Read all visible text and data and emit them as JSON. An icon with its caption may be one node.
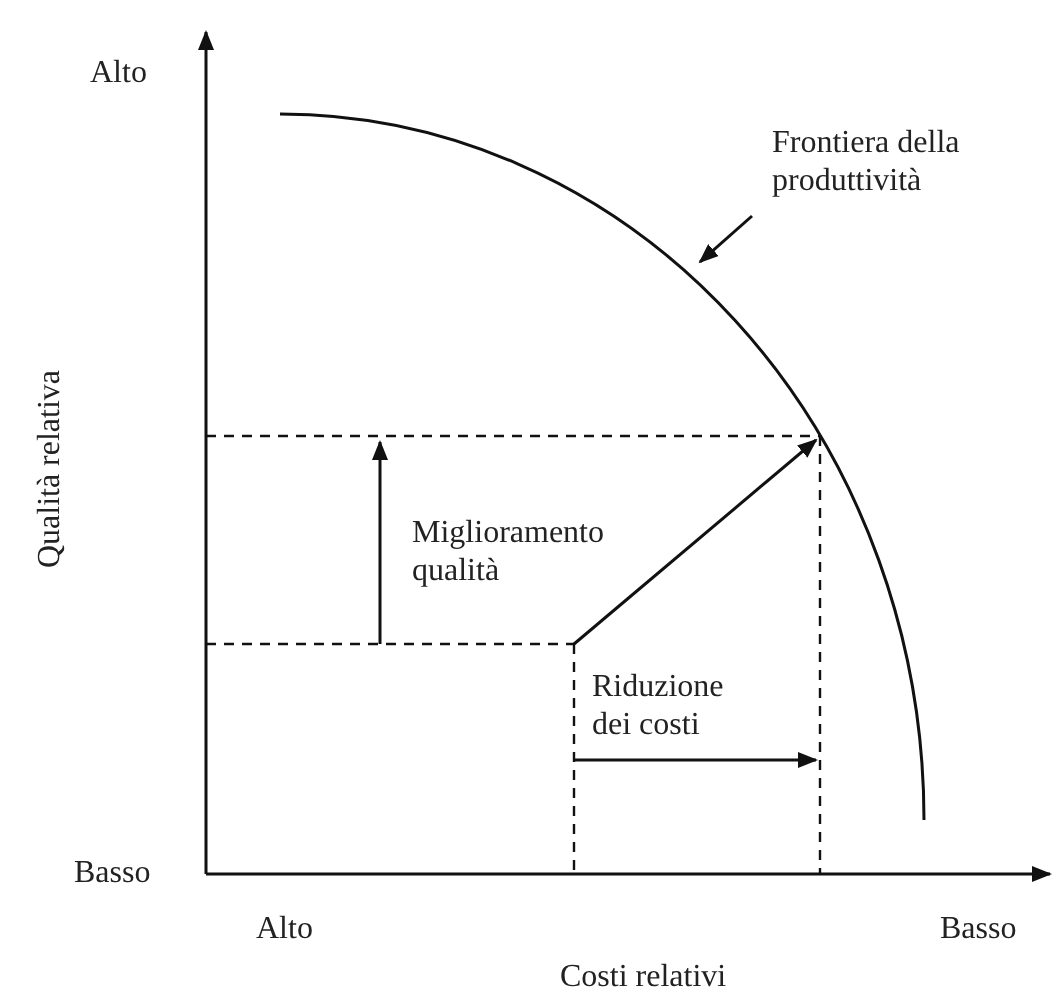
{
  "diagram": {
    "nodes": [
      {
        "text": [
          "Frontiera della produttività"
        ]
      },
      {
        "text": [],
        "shape": "curve"
      }
    ],
    "edges": [
      {
        "from": 0,
        "to": 1,
        "arrow": "to"
      }
    ],
    "labels": [
      "Alto",
      "Basso",
      "Qualità relativa",
      "Alto",
      "Basso",
      "Costi relativi",
      "Miglioramento qualità",
      "Riduzione dei costi"
    ]
  }
}
